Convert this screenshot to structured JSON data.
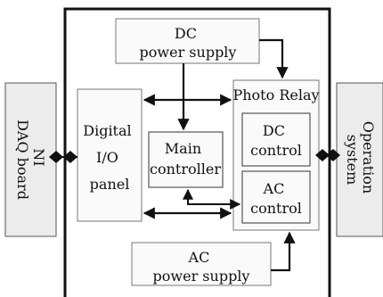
{
  "blocks": {
    "ni_daq": {
      "lines": [
        "NI",
        "DAQ board"
      ]
    },
    "operation_system": {
      "lines": [
        "Operation",
        "system"
      ]
    },
    "dc_supply": {
      "lines": [
        "DC",
        "power supply"
      ]
    },
    "ac_supply": {
      "lines": [
        "AC",
        "power supply"
      ]
    },
    "digital_io": {
      "lines": [
        "Digital",
        "I/O",
        "panel"
      ]
    },
    "main_controller": {
      "lines": [
        "Main",
        "controller"
      ]
    },
    "photo_relay": {
      "title": "Photo Relay"
    },
    "dc_control": {
      "lines": [
        "DC",
        "control"
      ]
    },
    "ac_control": {
      "lines": [
        "AC",
        "control"
      ]
    }
  },
  "colors": {
    "line": "#111111",
    "side_fill": "#ececec",
    "block_fill": "#fafafa"
  }
}
